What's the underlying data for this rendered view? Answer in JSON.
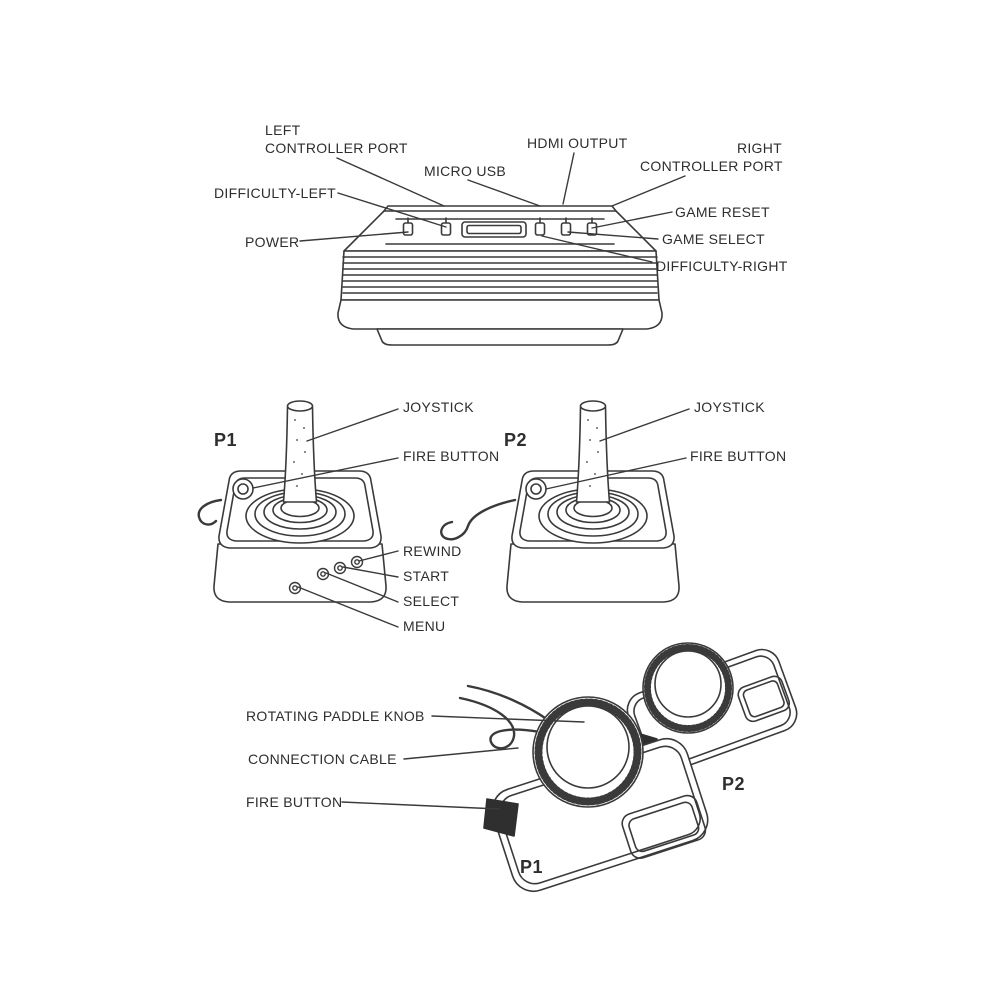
{
  "colors": {
    "line": "#3a3a3a",
    "text": "#2e2e2e",
    "background": "#ffffff",
    "trigger": "#2f2f2f"
  },
  "console": {
    "labels": {
      "left_controller_port_line1": "LEFT",
      "left_controller_port_line2": "CONTROLLER PORT",
      "micro_usb": "MICRO USB",
      "hdmi_output": "HDMI OUTPUT",
      "right_controller_port_line1": "RIGHT",
      "right_controller_port_line2": "CONTROLLER PORT",
      "difficulty_left": "DIFFICULTY-LEFT",
      "power": "POWER",
      "game_reset": "GAME RESET",
      "game_select": "GAME SELECT",
      "difficulty_right": "DIFFICULTY-RIGHT"
    }
  },
  "joystick_section": {
    "p1": "P1",
    "p2": "P2",
    "labels": {
      "joystick_p1": "JOYSTICK",
      "fire_button_p1": "FIRE BUTTON",
      "joystick_p2": "JOYSTICK",
      "fire_button_p2": "FIRE BUTTON",
      "rewind": "REWIND",
      "start": "START",
      "select": "SELECT",
      "menu": "MENU"
    }
  },
  "paddle_section": {
    "p1": "P1",
    "p2": "P2",
    "labels": {
      "rotating_paddle_knob": "ROTATING PADDLE KNOB",
      "connection_cable": "CONNECTION CABLE",
      "fire_button": "FIRE BUTTON"
    }
  }
}
